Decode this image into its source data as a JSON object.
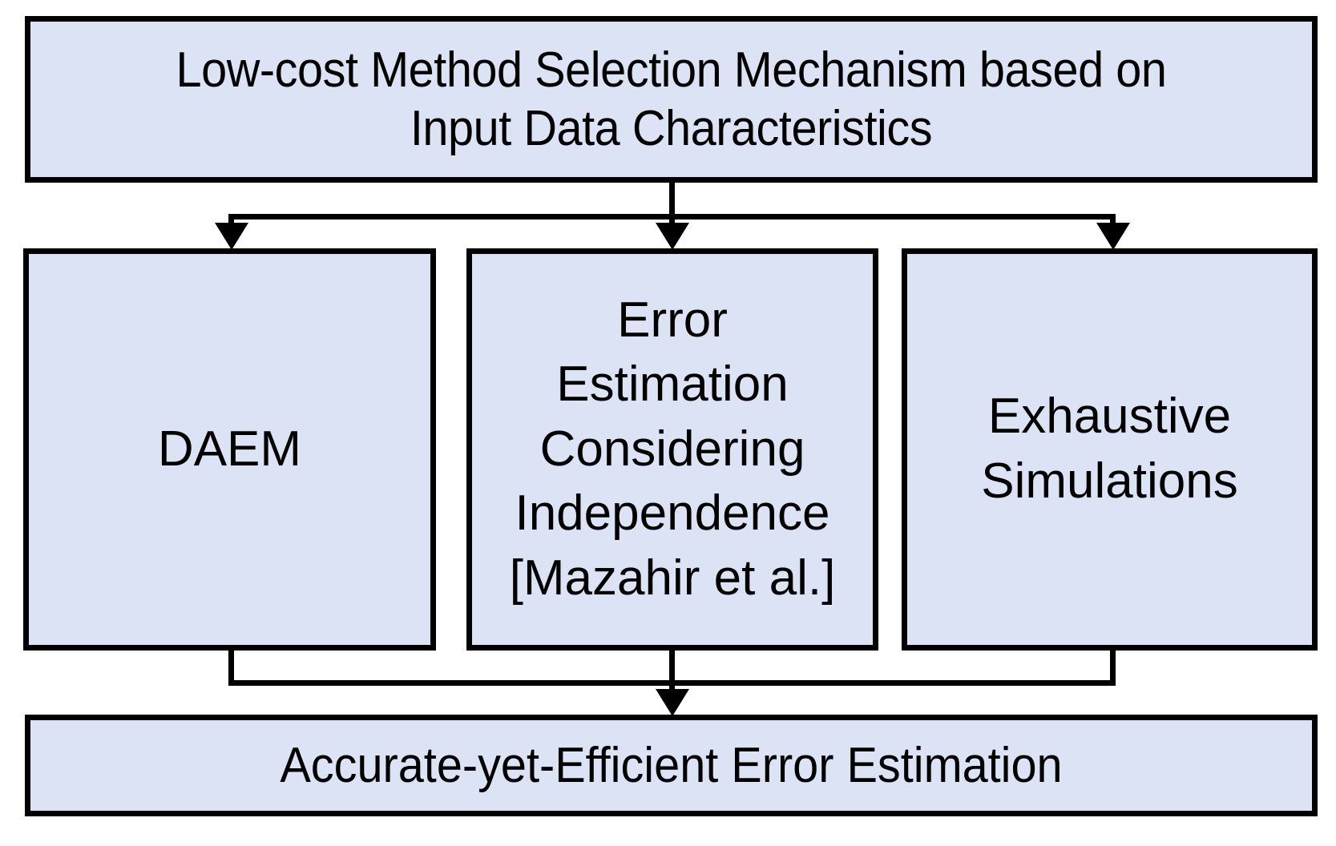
{
  "diagram": {
    "title": "Low-cost Method Selection Mechanism based on Input Data Characteristics",
    "type": "flowchart",
    "colors": {
      "node_fill": "#dbe3f4",
      "node_border": "#000000",
      "connector": "#000000",
      "text": "#000000",
      "background": "#ffffff"
    },
    "nodes": {
      "top": {
        "id": "method-selection-mechanism",
        "line1": "Low-cost Method Selection Mechanism based on",
        "line2": "Input Data Characteristics",
        "full_text": "Low-cost Method Selection Mechanism based on Input Data Characteristics"
      },
      "middle": [
        {
          "id": "daem",
          "lines": [
            "DAEM"
          ],
          "full_text": "DAEM"
        },
        {
          "id": "error-estimation-independence",
          "lines": [
            "Error",
            "Estimation",
            "Considering",
            "Independence",
            "[Mazahir et al.]"
          ],
          "full_text": "Error Estimation Considering Independence [Mazahir et al.]",
          "citation": "[Mazahir et al.]"
        },
        {
          "id": "exhaustive-simulations",
          "lines": [
            "Exhaustive",
            "Simulations"
          ],
          "full_text": "Exhaustive Simulations"
        }
      ],
      "bottom": {
        "id": "accurate-yet-efficient-error-estimation",
        "text": "Accurate-yet-Efficient Error Estimation"
      }
    },
    "connectors": {
      "fan_out_label": "top-node-to-three-methods",
      "fan_in_label": "three-methods-to-result",
      "arrow_count_out": 3,
      "arrow_count_in": 1
    }
  }
}
